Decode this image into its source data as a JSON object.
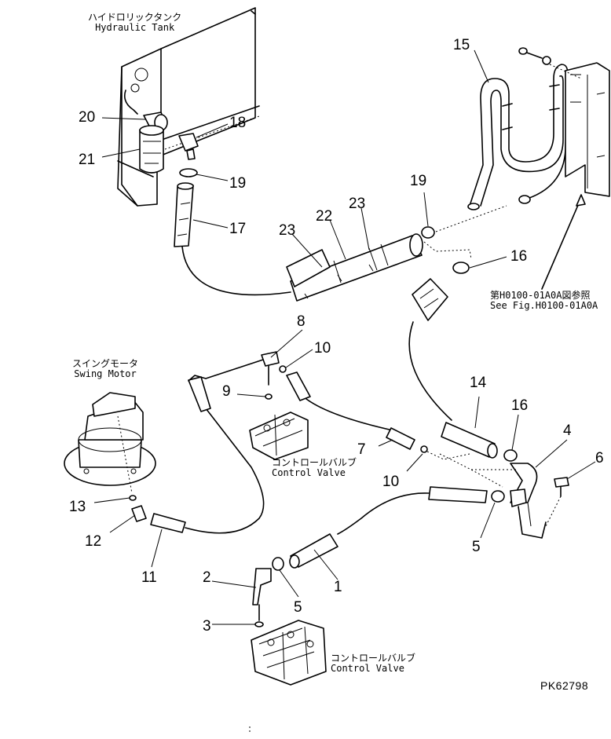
{
  "labels": {
    "hydraulic_tank_jp": "ハイドロリックタンク",
    "hydraulic_tank_en": "Hydraulic Tank",
    "swing_motor_jp": "スイングモータ",
    "swing_motor_en": "Swing Motor",
    "control_valve_1_jp": "コントロールバルブ",
    "control_valve_1_en": "Control Valve",
    "control_valve_2_jp": "コントロールバルブ",
    "control_valve_2_en": "Control Valve",
    "see_fig_jp": "第H0100-01A0A図参照",
    "see_fig_en": "See Fig.H0100-01A0A",
    "drawing_code": "PK62798"
  },
  "part_numbers": {
    "p1": "1",
    "p2": "2",
    "p3": "3",
    "p4": "4",
    "p5a": "5",
    "p5b": "5",
    "p6": "6",
    "p7": "7",
    "p8": "8",
    "p9": "9",
    "p10a": "10",
    "p10b": "10",
    "p11": "11",
    "p12": "12",
    "p13": "13",
    "p14": "14",
    "p15": "15",
    "p16a": "16",
    "p16b": "16",
    "p17": "17",
    "p18": "18",
    "p19a": "19",
    "p19b": "19",
    "p20": "20",
    "p21": "21",
    "p22": "22",
    "p23a": "23",
    "p23b": "23"
  }
}
